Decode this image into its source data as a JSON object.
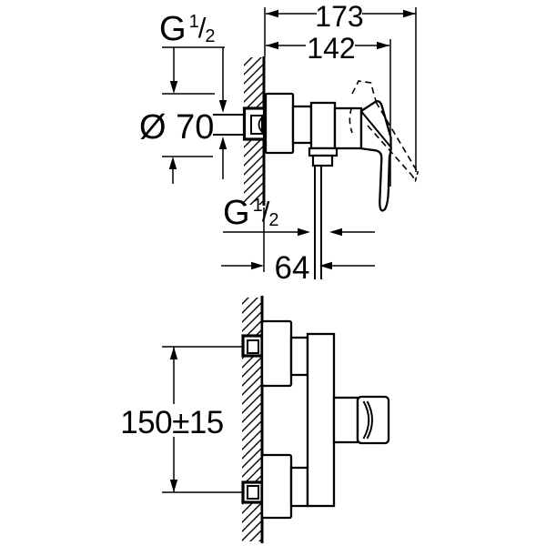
{
  "drawing": {
    "description": "wall-mounted single-lever shower mixer installation dimensions, side view (top) and elevation view (bottom)",
    "colors": {
      "background": "#ffffff",
      "line": "#000000"
    },
    "labels": {
      "inlet_thread": {
        "prefix": "G",
        "numerator": "1",
        "slash": "/",
        "denominator": "2"
      },
      "escutcheon_diameter": "Ø 70",
      "total_depth": "173",
      "body_depth": "142",
      "outlet_thread": {
        "prefix": "G",
        "numerator": "1",
        "slash": "/",
        "denominator": "2"
      },
      "hose_offset": "64",
      "connection_distance": "150±15"
    }
  }
}
